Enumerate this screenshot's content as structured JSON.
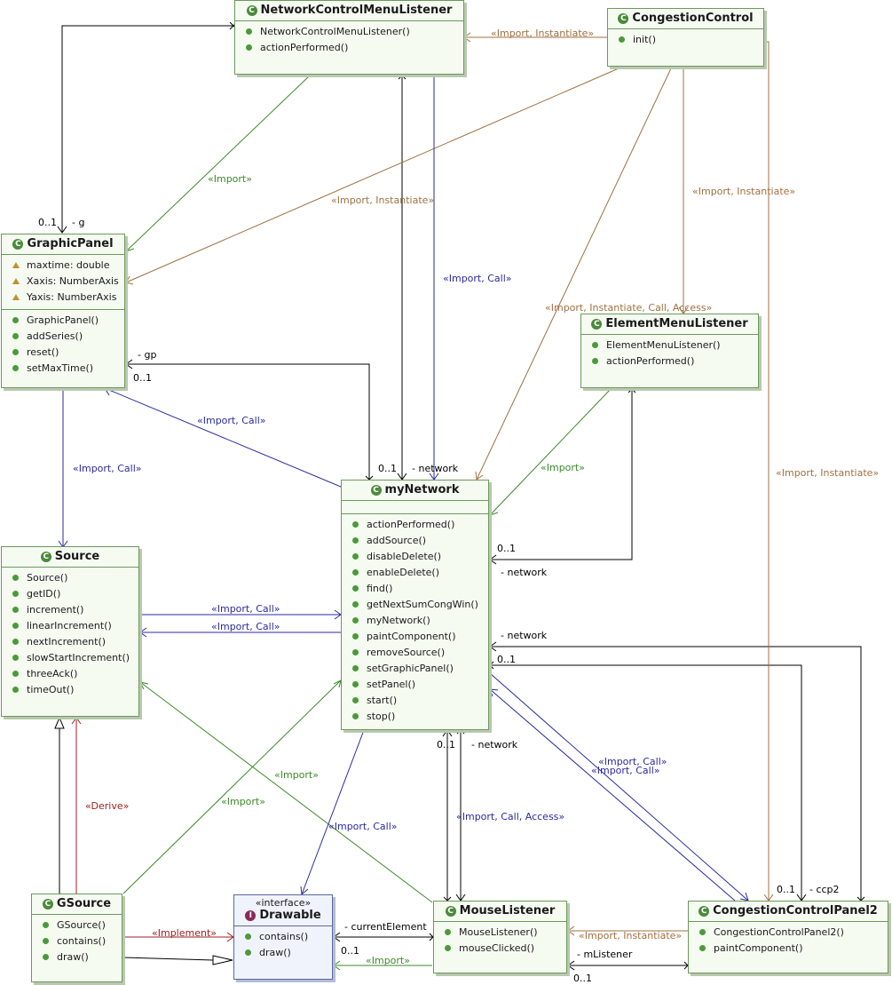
{
  "colors": {
    "import": "#3c8a28",
    "instantiate": "#a07040",
    "call": "#2a2aa0",
    "assoc": "#000000",
    "derive": "#a02020",
    "implement": "#a02020"
  },
  "classes": {
    "ncml": {
      "name": "NetworkControlMenuListener",
      "methods": [
        "NetworkControlMenuListener()",
        "actionPerformed()"
      ]
    },
    "cc": {
      "name": "CongestionControl",
      "methods": [
        "init()"
      ]
    },
    "gp": {
      "name": "GraphicPanel",
      "attributes": [
        "maxtime: double",
        "Xaxis: NumberAxis",
        "Yaxis: NumberAxis"
      ],
      "methods": [
        "GraphicPanel()",
        "addSeries()",
        "reset()",
        "setMaxTime()"
      ]
    },
    "eml": {
      "name": "ElementMenuListener",
      "methods": [
        "ElementMenuListener()",
        "actionPerformed()"
      ]
    },
    "src": {
      "name": "Source",
      "methods": [
        "Source()",
        "getID()",
        "increment()",
        "linearIncrement()",
        "nextIncrement()",
        "slowStartIncrement()",
        "threeAck()",
        "timeOut()"
      ]
    },
    "net": {
      "name": "myNetwork",
      "methods": [
        "actionPerformed()",
        "addSource()",
        "disableDelete()",
        "enableDelete()",
        "find()",
        "getNextSumCongWin()",
        "myNetwork()",
        "paintComponent()",
        "removeSource()",
        "setGraphicPanel()",
        "setPanel()",
        "start()",
        "stop()"
      ]
    },
    "gs": {
      "name": "GSource",
      "methods": [
        "GSource()",
        "contains()",
        "draw()"
      ]
    },
    "drw": {
      "stereotype": "«interface»",
      "name": "Drawable",
      "methods": [
        "contains()",
        "draw()"
      ]
    },
    "ml": {
      "name": "MouseListener",
      "methods": [
        "MouseListener()",
        "mouseClicked()"
      ]
    },
    "ccp": {
      "name": "CongestionControlPanel2",
      "methods": [
        "CongestionControlPanel2()",
        "paintComponent()"
      ]
    }
  },
  "edge_labels": {
    "cc_ncml": "«Import, Instantiate»",
    "ncml_gp": "«Import»",
    "cc_gp": "«Import, Instantiate»",
    "cc_eml": "«Import, Instantiate»",
    "ncml_net": "«Import, Call»",
    "cc_net": "«Import, Instantiate, Call, Access»",
    "cc_ccp": "«Import, Instantiate»",
    "gp_src": "«Import, Call»",
    "net_gp": "«Import, Call»",
    "eml_net": "«Import»",
    "src_net_1": "«Import, Call»",
    "src_net_2": "«Import, Call»",
    "ml_src": "«Import»",
    "gs_net": "«Import»",
    "derive": "«Derive»",
    "net_drw": "«Import, Call»",
    "ml_net": "«Import, Call, Access»",
    "ccp_net_1": "«Import, Call»",
    "ccp_net_2": "«Import, Call»",
    "implement": "«Implement»",
    "ml_drw": "«Import»",
    "ccp_ml": "«Import, Instantiate»"
  },
  "roles": {
    "ncml_gp_mult": "0..1",
    "ncml_gp_role": "- g",
    "net_gp_role": "- gp",
    "net_gp_mult": "0..1",
    "ncml_net_mult": "0..1",
    "ncml_net_role": "- network",
    "eml_net_mult": "0..1",
    "eml_net_role": "- network",
    "ccp_net_role": "- network",
    "ccp_net_mult": "0..1",
    "ml_net_mult": "0..1",
    "ml_net_role": "- network",
    "ccp_mult": "0..1",
    "ccp_role": "- ccp2",
    "drw_ml_role": "- currentElement",
    "drw_ml_mult": "0..1",
    "ccp_ml_role": "- mListener",
    "ccp_ml_mult": "0..1"
  }
}
